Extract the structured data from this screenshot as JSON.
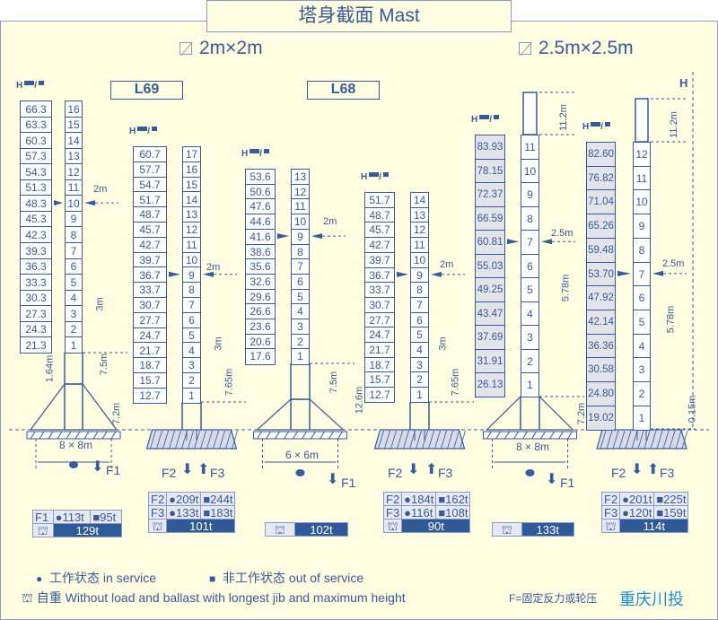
{
  "title": "塔身截面 Mast",
  "sections": [
    {
      "label": "2m×2m"
    },
    {
      "label": "2.5m×2.5m"
    }
  ],
  "models": [
    "L69",
    "L68"
  ],
  "h_label": "H",
  "columns": [
    {
      "heights": [
        "66.3",
        "63.3",
        "60.3",
        "57.3",
        "54.3",
        "51.3",
        "48.3",
        "45.3",
        "42.3",
        "39.3",
        "36.3",
        "33.3",
        "30.3",
        "27.3",
        "24.3",
        "21.3"
      ],
      "sections": [
        "16",
        "15",
        "14",
        "13",
        "12",
        "11",
        "10",
        "9",
        "8",
        "7",
        "6",
        "5",
        "4",
        "3",
        "2",
        "1"
      ],
      "dims": [
        "2m",
        "3m",
        "7.5m",
        "1.64m",
        "7.2m"
      ],
      "foundation": "8 × 8m",
      "forces": [
        "F1"
      ],
      "table": {
        "rows": [
          [
            "F1",
            "●113t",
            "■95t"
          ]
        ],
        "self_weight": "129t"
      }
    },
    {
      "heights": [
        "60.7",
        "57.7",
        "54.7",
        "51.7",
        "48.7",
        "45.7",
        "42.7",
        "39.7",
        "36.7",
        "33.7",
        "30.7",
        "27.7",
        "24.7",
        "21.7",
        "18.7",
        "15.7",
        "12.7"
      ],
      "sections": [
        "17",
        "16",
        "15",
        "14",
        "13",
        "12",
        "11",
        "10",
        "9",
        "8",
        "7",
        "6",
        "5",
        "4",
        "3",
        "2",
        "1"
      ],
      "dims": [
        "2m",
        "3m",
        "7.65m"
      ],
      "foundation": "",
      "forces": [
        "F2",
        "F3"
      ],
      "table": {
        "rows": [
          [
            "F2",
            "●209t",
            "■244t"
          ],
          [
            "F3",
            "●133t",
            "■183t"
          ]
        ],
        "self_weight": "101t"
      }
    },
    {
      "heights": [
        "53.6",
        "50.6",
        "47.6",
        "44.6",
        "41.6",
        "38.6",
        "35.6",
        "32.6",
        "29.6",
        "26.6",
        "23.6",
        "20.6",
        "17.6"
      ],
      "sections": [
        "13",
        "12",
        "11",
        "10",
        "9",
        "8",
        "7",
        "6",
        "5",
        "4",
        "3",
        "2",
        "1"
      ],
      "dims": [
        "2m",
        "7.5m",
        "12.6m"
      ],
      "foundation": "6 × 6m",
      "forces": [
        "F1"
      ],
      "table": {
        "rows": [],
        "self_weight": "102t"
      }
    },
    {
      "heights": [
        "51.7",
        "48.7",
        "45.7",
        "42.7",
        "39.7",
        "36.7",
        "33.7",
        "30.7",
        "27.7",
        "24.7",
        "21.7",
        "18.7",
        "15.7",
        "12.7"
      ],
      "sections": [
        "14",
        "13",
        "12",
        "11",
        "10",
        "9",
        "8",
        "7",
        "6",
        "5",
        "4",
        "3",
        "2",
        "1"
      ],
      "dims": [
        "2m",
        "3m",
        "7.65m"
      ],
      "foundation": "",
      "forces": [
        "F2",
        "F3"
      ],
      "table": {
        "rows": [
          [
            "F2",
            "●184t",
            "■162t"
          ],
          [
            "F3",
            "●116t",
            "■108t"
          ]
        ],
        "self_weight": "90t"
      }
    },
    {
      "heights": [
        "83.93",
        "78.15",
        "72.37",
        "66.59",
        "60.81",
        "55.03",
        "49.25",
        "43.47",
        "37.69",
        "31.91",
        "26.13"
      ],
      "sections": [
        "11",
        "10",
        "9",
        "8",
        "7",
        "6",
        "5",
        "4",
        "3",
        "2",
        "1"
      ],
      "dims": [
        "11.2m",
        "2.5m",
        "5.78m",
        "7.2m"
      ],
      "foundation": "8 × 8m",
      "forces": [
        "F1"
      ],
      "table": {
        "rows": [],
        "self_weight": "133t"
      }
    },
    {
      "heights": [
        "82.60",
        "76.82",
        "71.04",
        "65.26",
        "59.48",
        "53.70",
        "47.92",
        "42.14",
        "36.36",
        "30.58",
        "24.80",
        "19.02"
      ],
      "sections": [
        "12",
        "11",
        "10",
        "9",
        "8",
        "7",
        "6",
        "5",
        "4",
        "3",
        "2",
        "1"
      ],
      "dims": [
        "11.2m",
        "2.5m",
        "5.78m",
        "0.15m"
      ],
      "foundation": "",
      "forces": [
        "F2",
        "F3"
      ],
      "table": {
        "rows": [
          [
            "F2",
            "●201t",
            "■225t"
          ],
          [
            "F3",
            "●120t",
            "■159t"
          ]
        ],
        "self_weight": "114t"
      }
    }
  ],
  "legend": {
    "in_service": "工作状态  in service",
    "out_of_service": "非工作状态  out of service",
    "self_weight": "自重  Without load and ballast with longest jib and maximum height",
    "f_note": "F=固定反力或轮压",
    "watermark": "重庆川投"
  },
  "colors": {
    "primary": "#3b5a98",
    "background": "#fffde2",
    "bar": "#2f5a97"
  }
}
